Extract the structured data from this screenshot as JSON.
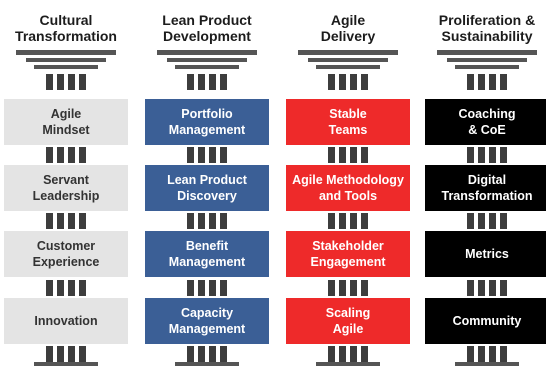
{
  "pillars": [
    {
      "title": "Cultural\nTransformation",
      "theme": "grey",
      "items": [
        "Agile\nMindset",
        "Servant\nLeadership",
        "Customer\nExperience",
        "Innovation"
      ]
    },
    {
      "title": "Lean Product\nDevelopment",
      "theme": "blue",
      "items": [
        "Portfolio\nManagement",
        "Lean Product\nDiscovery",
        "Benefit\nManagement",
        "Capacity\nManagement"
      ]
    },
    {
      "title": "Agile\nDelivery",
      "theme": "red",
      "items": [
        "Stable\nTeams",
        "Agile Methodology\nand Tools",
        "Stakeholder\nEngagement",
        "Scaling\nAgile"
      ]
    },
    {
      "title": "Proliferation &\nSustainability",
      "theme": "black",
      "items": [
        "Coaching\n& CoE",
        "Digital\nTransformation",
        "Metrics",
        "Community"
      ]
    }
  ],
  "colors": {
    "grey": "#e4e4e4",
    "blue": "#3b5f96",
    "red": "#ee2a2a",
    "black": "#000000",
    "column_structure": "#555555"
  }
}
